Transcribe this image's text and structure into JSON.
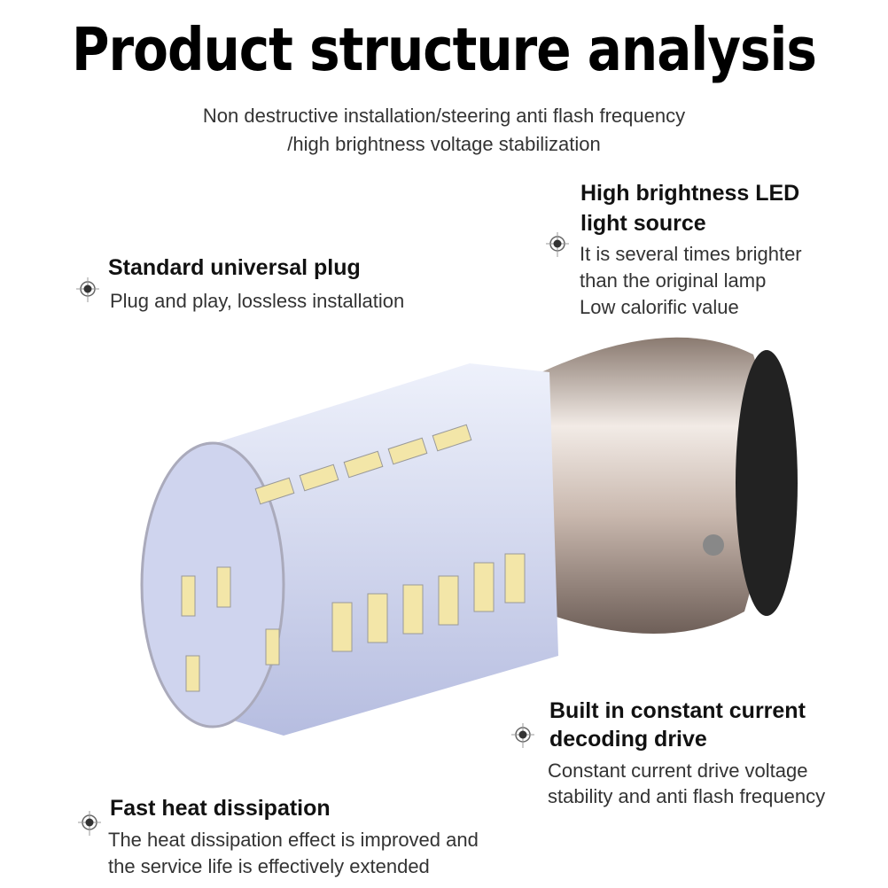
{
  "title": "Product structure analysis",
  "subtitle": [
    "Non destructive installation/steering anti flash frequency",
    "/high brightness voltage stabilization"
  ],
  "features": [
    {
      "heading": [
        "Standard universal plug"
      ],
      "text": [
        "Plug and play, lossless installation"
      ]
    },
    {
      "heading": [
        "High brightness LED",
        "light source"
      ],
      "text": [
        "It is several times brighter",
        "than the original lamp",
        "Low calorific value"
      ]
    },
    {
      "heading": [
        "Built in constant current",
        "decoding drive"
      ],
      "text": [
        "Constant current drive voltage",
        "stability and anti flash frequency"
      ]
    },
    {
      "heading": [
        "Fast heat dissipation"
      ],
      "text": [
        "The heat dissipation effect is improved and",
        "the service life is effectively extended"
      ]
    }
  ]
}
